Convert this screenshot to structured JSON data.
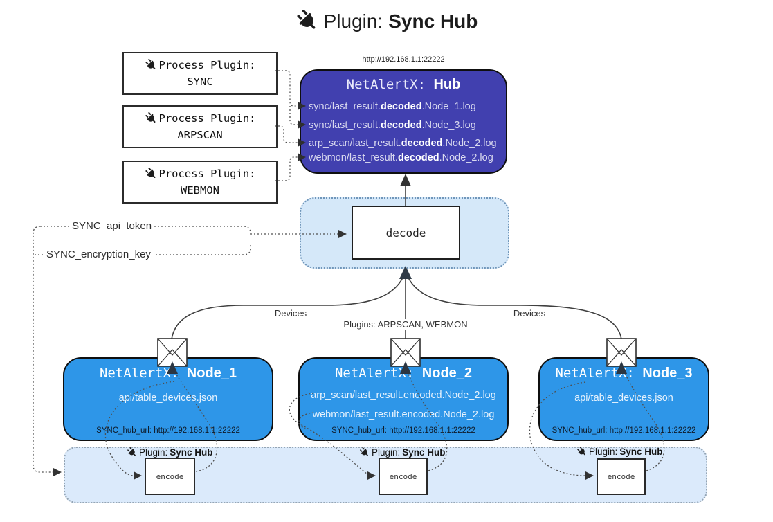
{
  "title": {
    "prefix": "Plugin: ",
    "bold": "Sync Hub"
  },
  "process_plugins": [
    {
      "label": "Process Plugin:",
      "name": "SYNC"
    },
    {
      "label": "Process Plugin:",
      "name": "ARPSCAN"
    },
    {
      "label": "Process Plugin:",
      "name": "WEBMON"
    }
  ],
  "hub": {
    "url": "http://192.168.1.1:22222",
    "title_prefix": "NetAlertX: ",
    "title_bold": "Hub",
    "logs": [
      {
        "pre": "sync/last_result.",
        "bold": "decoded",
        "post": ".Node_1.log"
      },
      {
        "pre": "sync/last_result.",
        "bold": "decoded",
        "post": ".Node_3.log"
      },
      {
        "pre": "arp_scan/last_result.",
        "bold": "decoded",
        "post": ".Node_2.log"
      },
      {
        "pre": "webmon/last_result.",
        "bold": "decoded",
        "post": ".Node_2.log"
      }
    ]
  },
  "decode": {
    "label": "decode"
  },
  "secrets": {
    "api_token": "SYNC_api_token",
    "encryption_key": "SYNC_encryption_key"
  },
  "edge_labels": {
    "devices_left": "Devices",
    "devices_right": "Devices",
    "plugins": "Plugins: ARPSCAN, WEBMON"
  },
  "nodes": [
    {
      "title_prefix": "NetAlertX: ",
      "title_bold": "Node_1",
      "lines": [
        "api/table_devices.json"
      ],
      "hub_url": "SYNC_hub_url: http://192.168.1.1:22222"
    },
    {
      "title_prefix": "NetAlertX: ",
      "title_bold": "Node_2",
      "lines": [
        "arp_scan/last_result.encoded.Node_2.log",
        "webmon/last_result.encoded.Node_2.log"
      ],
      "hub_url": "SYNC_hub_url: http://192.168.1.1:22222"
    },
    {
      "title_prefix": "NetAlertX: ",
      "title_bold": "Node_3",
      "lines": [
        "api/table_devices.json"
      ],
      "hub_url": "SYNC_hub_url: http://192.168.1.1:22222"
    }
  ],
  "encode_strip": {
    "labels": [
      {
        "prefix": "Plugin: ",
        "bold": "Sync Hub"
      },
      {
        "prefix": "Plugin: ",
        "bold": "Sync Hub"
      },
      {
        "prefix": "Plugin: ",
        "bold": "Sync Hub"
      }
    ],
    "encode_label": "encode"
  },
  "colors": {
    "hub_fill": "#4140af",
    "node_fill": "#2e96e8",
    "panel_fill": "#d9e9f9",
    "line_dark": "#3f3f3f",
    "arrow_dark": "#2f3a46"
  }
}
